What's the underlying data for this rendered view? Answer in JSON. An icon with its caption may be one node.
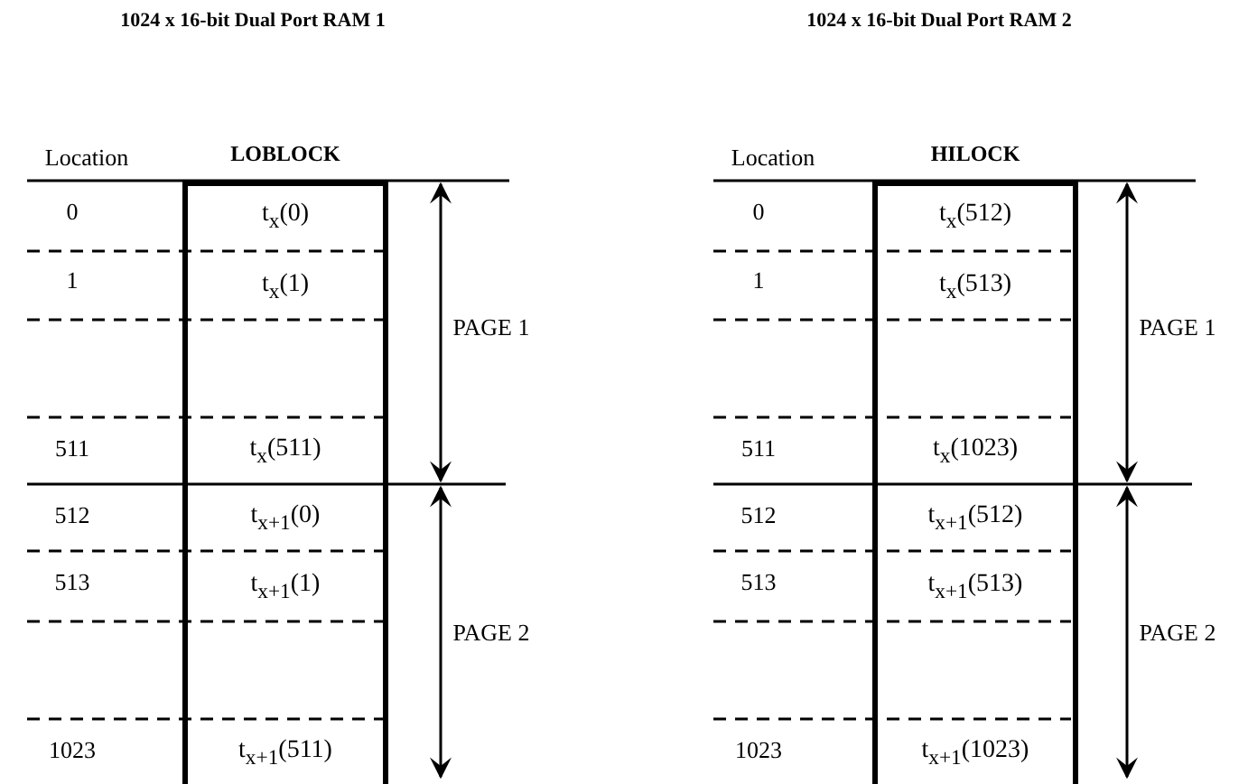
{
  "diagram": {
    "nodes": [
      {
        "text": [
          "LOBLOCK"
        ]
      },
      {
        "text": [
          "t$_{x}$(0)"
        ],
        "in": 0
      },
      {
        "text": [
          "t$_{x}$(1)"
        ],
        "in": 0
      },
      {
        "text": [
          "t$_{x}$(511)"
        ],
        "in": 0
      },
      {
        "text": [
          "t$_{x+1}$(0)"
        ],
        "in": 0
      },
      {
        "text": [
          "t$_{x+1}$(1)"
        ],
        "in": 0
      },
      {
        "text": [
          "t$_{x+1}$(511)"
        ],
        "in": 0
      },
      {
        "text": [
          "HILOCK"
        ]
      },
      {
        "text": [
          "t$_{x}$(512)"
        ],
        "in": 7
      },
      {
        "text": [
          "t$_{x}$(513)"
        ],
        "in": 7
      },
      {
        "text": [
          "t$_{x}$(1023)"
        ],
        "in": 7
      },
      {
        "text": [
          "t$_{x+1}$(512)"
        ],
        "in": 7
      },
      {
        "text": [
          "t$_{x+1}$(513)"
        ],
        "in": 7
      },
      {
        "text": [
          "t$_{x+1}$(1023)"
        ],
        "in": 7
      }
    ],
    "edges": [],
    "labels": [
      "1024 x 16-bit Dual Port RAM 1",
      "1024 x 16-bit Dual Port RAM 2",
      "Location",
      "0",
      "1",
      "511",
      "512",
      "513",
      "1023",
      "PAGE 1",
      "PAGE 2",
      "Location",
      "0",
      "1",
      "511",
      "512",
      "513",
      "1023",
      "PAGE 1",
      "PAGE 2"
    ]
  }
}
